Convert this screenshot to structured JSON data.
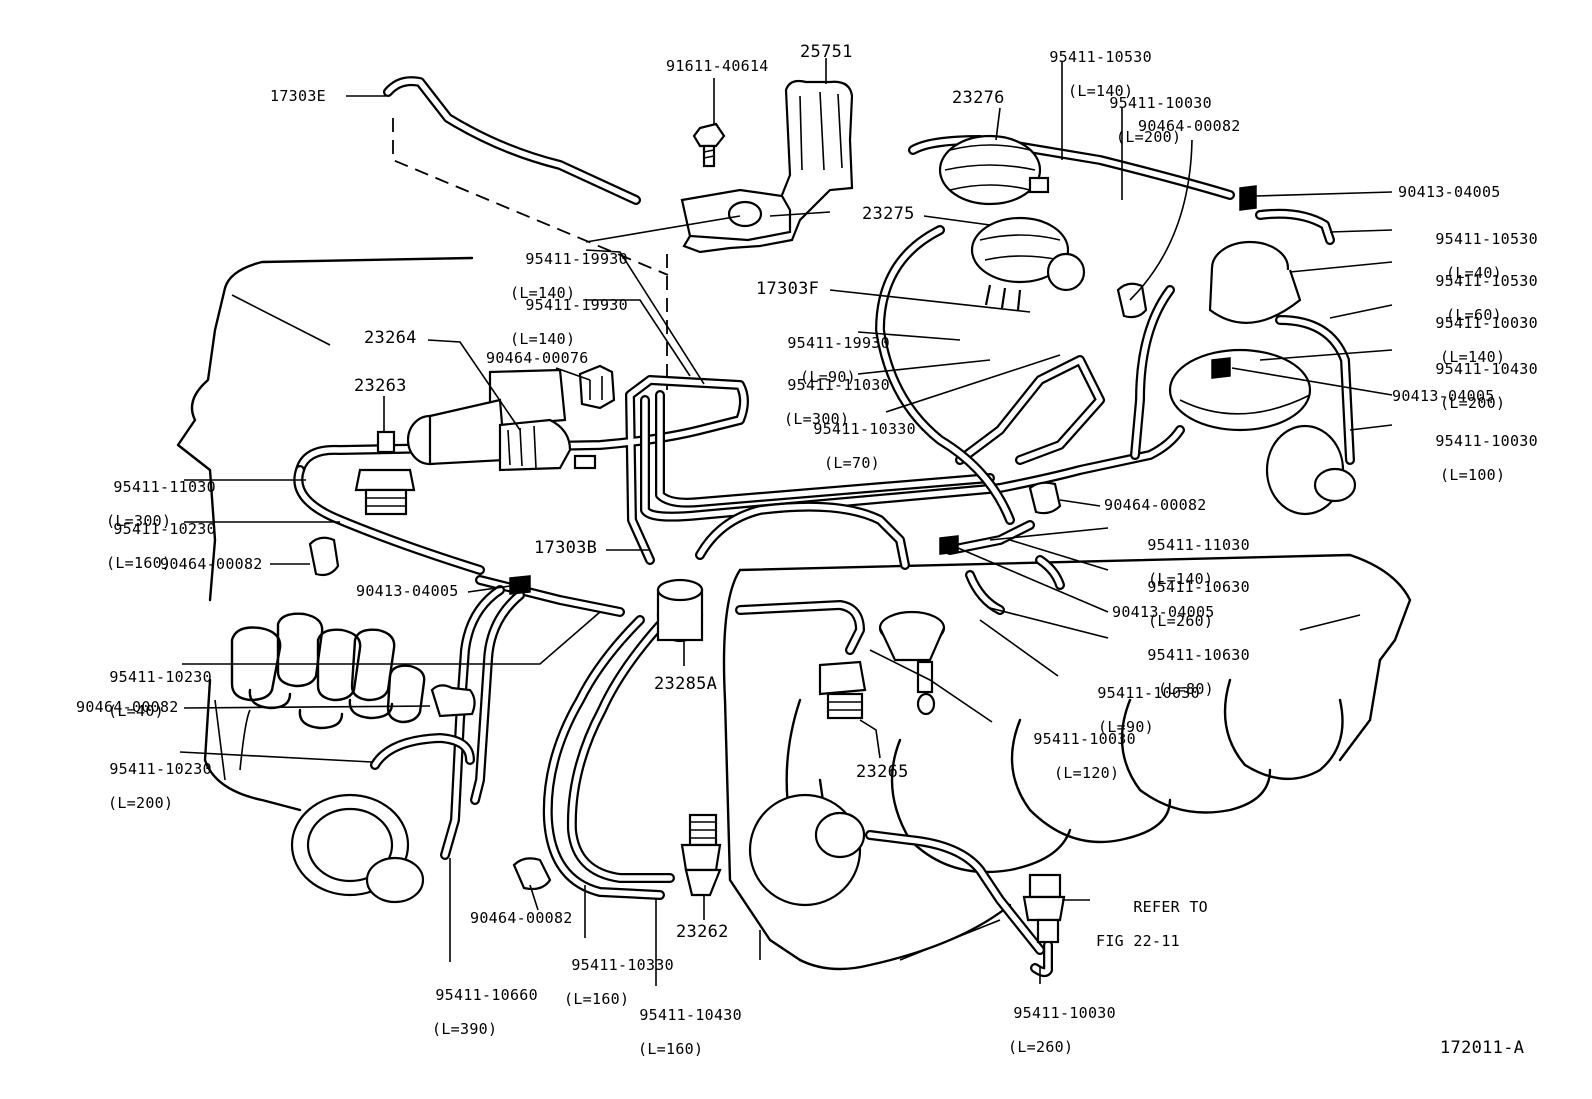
{
  "figure_code": "172011-A",
  "reference_note": {
    "line1": "REFER TO",
    "line2": "FIG 22-11"
  },
  "parts": [
    {
      "id": "p01",
      "number": "17303E",
      "length": ""
    },
    {
      "id": "p02",
      "number": "91611-40614",
      "length": ""
    },
    {
      "id": "p03",
      "number": "25751",
      "length": ""
    },
    {
      "id": "p04",
      "number": "95411-10530",
      "length": "(L=140)"
    },
    {
      "id": "p05",
      "number": "95411-10030",
      "length": "(L=200)"
    },
    {
      "id": "p06",
      "number": "23276",
      "length": ""
    },
    {
      "id": "p07",
      "number": "90464-00082",
      "length": ""
    },
    {
      "id": "p08",
      "number": "90413-04005",
      "length": ""
    },
    {
      "id": "p09",
      "number": "95411-10530",
      "length": "(L=40)"
    },
    {
      "id": "p10",
      "number": "95411-10530",
      "length": "(L=60)"
    },
    {
      "id": "p11",
      "number": "95411-10030",
      "length": "(L=140)"
    },
    {
      "id": "p12",
      "number": "95411-10430",
      "length": "(L=200)"
    },
    {
      "id": "p13",
      "number": "90413-04005",
      "length": ""
    },
    {
      "id": "p14",
      "number": "95411-10030",
      "length": "(L=100)"
    },
    {
      "id": "p15",
      "number": "23275",
      "length": ""
    },
    {
      "id": "p16",
      "number": "95411-19930",
      "length": "(L=140)"
    },
    {
      "id": "p17",
      "number": "95411-19930",
      "length": "(L=140)"
    },
    {
      "id": "p18",
      "number": "17303F",
      "length": ""
    },
    {
      "id": "p19",
      "number": "95411-19930",
      "length": "(L=90)"
    },
    {
      "id": "p20",
      "number": "95411-11030",
      "length": "(L=300)"
    },
    {
      "id": "p21",
      "number": "95411-10330",
      "length": "(L=70)"
    },
    {
      "id": "p22",
      "number": "23264",
      "length": ""
    },
    {
      "id": "p23",
      "number": "90464-00076",
      "length": ""
    },
    {
      "id": "p24",
      "number": "23263",
      "length": ""
    },
    {
      "id": "p25",
      "number": "95411-11030",
      "length": "(L=300)"
    },
    {
      "id": "p26",
      "number": "95411-10230",
      "length": "(L=160)"
    },
    {
      "id": "p27",
      "number": "90464-00082",
      "length": ""
    },
    {
      "id": "p28",
      "number": "17303B",
      "length": ""
    },
    {
      "id": "p29",
      "number": "90413-04005",
      "length": ""
    },
    {
      "id": "p30",
      "number": "90464-00082",
      "length": ""
    },
    {
      "id": "p31",
      "number": "95411-11030",
      "length": "(L=140)"
    },
    {
      "id": "p32",
      "number": "95411-10630",
      "length": "(L=260)"
    },
    {
      "id": "p33",
      "number": "90413-04005",
      "length": ""
    },
    {
      "id": "p34",
      "number": "95411-10630",
      "length": "(L=80)"
    },
    {
      "id": "p35",
      "number": "95411-10030",
      "length": "(L=90)"
    },
    {
      "id": "p36",
      "number": "95411-10230",
      "length": "(L=40)"
    },
    {
      "id": "p37",
      "number": "23285A",
      "length": ""
    },
    {
      "id": "p38",
      "number": "90464-00082",
      "length": ""
    },
    {
      "id": "p39",
      "number": "95411-10030",
      "length": "(L=120)"
    },
    {
      "id": "p40",
      "number": "95411-10230",
      "length": "(L=200)"
    },
    {
      "id": "p41",
      "number": "23265",
      "length": ""
    },
    {
      "id": "p42",
      "number": "90464-00082",
      "length": ""
    },
    {
      "id": "p43",
      "number": "23262",
      "length": ""
    },
    {
      "id": "p44",
      "number": "95411-10330",
      "length": "(L=160)"
    },
    {
      "id": "p45",
      "number": "95411-10660",
      "length": "(L=390)"
    },
    {
      "id": "p46",
      "number": "95411-10430",
      "length": "(L=160)"
    },
    {
      "id": "p47",
      "number": "95411-10030",
      "length": "(L=260)"
    }
  ]
}
